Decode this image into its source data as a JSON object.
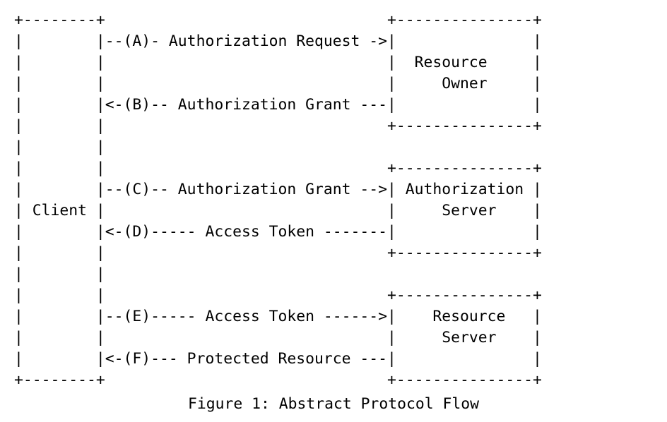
{
  "figure": {
    "caption": "Figure 1: Abstract Protocol Flow",
    "title": "Abstract Protocol Flow",
    "text_color": "#000000",
    "background_color": "#ffffff"
  },
  "nodes": {
    "client": {
      "label": "Client",
      "box_inner_width": 8,
      "border_top": "+--------+",
      "border_bottom": "+--------+"
    },
    "resource_owner": {
      "label_line_1": "Resource",
      "label_line_2": "Owner",
      "box_inner_width": 15,
      "border_top": "+---------------+",
      "border_bottom": "+---------------+"
    },
    "authorization_server": {
      "label_line_1": "Authorization",
      "label_line_2": "Server",
      "box_inner_width": 15,
      "border_top": "+---------------+",
      "border_bottom": "+---------------+"
    },
    "resource_server": {
      "label_line_1": "Resource",
      "label_line_2": "Server",
      "box_inner_width": 15,
      "border_top": "+---------------+",
      "border_bottom": "+---------------+"
    }
  },
  "messages": [
    {
      "id": "A",
      "tag": "(A)",
      "label": "Authorization Request",
      "direction": "right",
      "from": "Client",
      "to": "Resource Owner",
      "ascii": "|--(A)- Authorization Request ->|"
    },
    {
      "id": "B",
      "tag": "(B)",
      "label": "Authorization Grant",
      "direction": "left",
      "from": "Resource Owner",
      "to": "Client",
      "ascii": "|<-(B)-- Authorization Grant ---|"
    },
    {
      "id": "C",
      "tag": "(C)",
      "label": "Authorization Grant",
      "direction": "right",
      "from": "Client",
      "to": "Authorization Server",
      "ascii": "|--(C)-- Authorization Grant -->|"
    },
    {
      "id": "D",
      "tag": "(D)",
      "label": "Access Token",
      "direction": "left",
      "from": "Authorization Server",
      "to": "Client",
      "ascii": "|<-(D)----- Access Token -------|"
    },
    {
      "id": "E",
      "tag": "(E)",
      "label": "Access Token",
      "direction": "right",
      "from": "Client",
      "to": "Resource Server",
      "ascii": "|--(E)----- Access Token ------>|"
    },
    {
      "id": "F",
      "tag": "(F)",
      "label": "Protected Resource",
      "direction": "left",
      "from": "Resource Server",
      "to": "Client",
      "ascii": "|<-(F)--- Protected Resource ---|"
    }
  ],
  "ascii_art": "+--------+                               +---------------+\n|        |--(A)- Authorization Request ->|               |\n|        |                               |  Resource     |\n|        |                               |     Owner     |\n|        |<-(B)-- Authorization Grant ---|               |\n|        |                               +---------------+\n|        |\n|        |                               +---------------+\n|        |--(C)-- Authorization Grant -->| Authorization |\n| Client |                               |     Server    |\n|        |<-(D)----- Access Token -------|               |\n|        |                               +---------------+\n|        |\n|        |                               +---------------+\n|        |--(E)----- Access Token ------>|    Resource   |\n|        |                               |     Server    |\n|        |<-(F)--- Protected Resource ---|               |\n+--------+                               +---------------+"
}
